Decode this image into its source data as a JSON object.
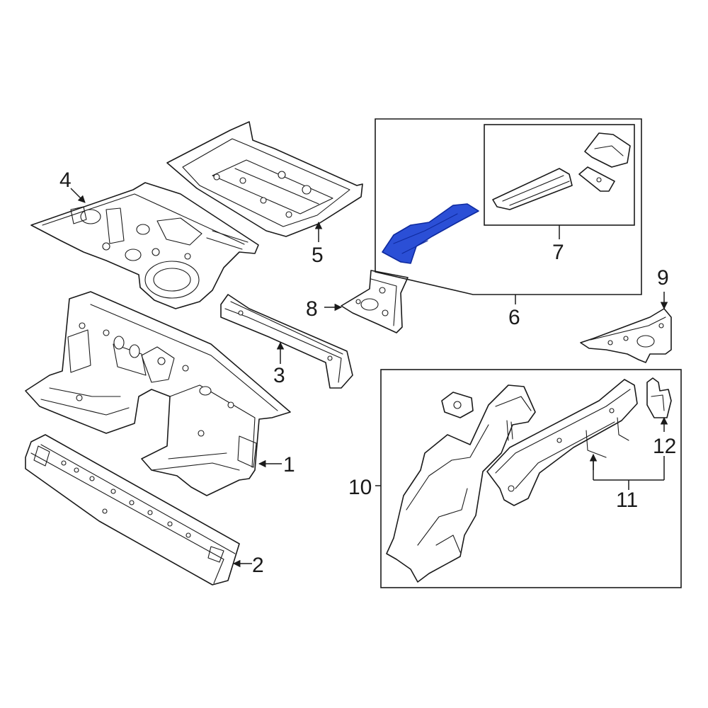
{
  "colors": {
    "line": "#1a1a1a",
    "highlight_fill": "#2b4fd6",
    "highlight_stroke": "#0f2a9e",
    "background": "#ffffff"
  },
  "callouts": {
    "c1": "1",
    "c2": "2",
    "c3": "3",
    "c4": "4",
    "c5": "5",
    "c6": "6",
    "c7": "7",
    "c8": "8",
    "c9": "9",
    "c10": "10",
    "c11": "11",
    "c12": "12"
  },
  "highlighted_part": "6"
}
